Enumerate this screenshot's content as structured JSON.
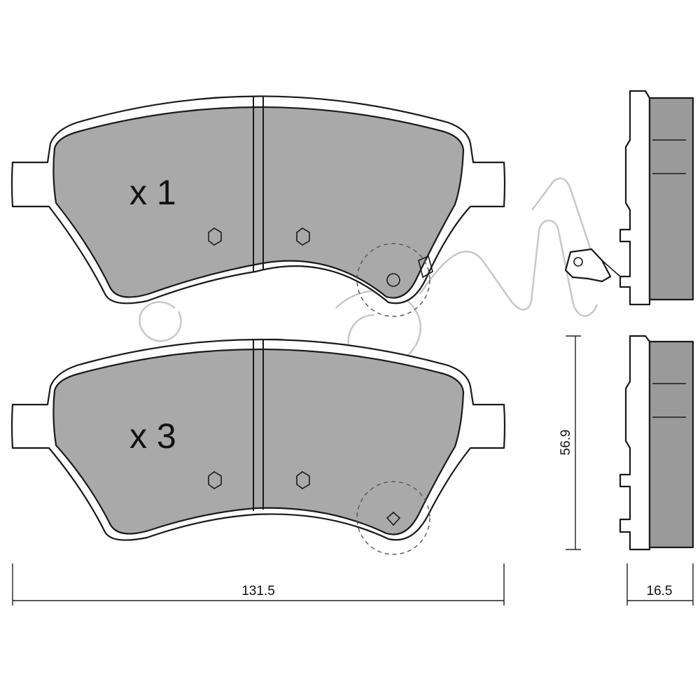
{
  "watermark": "cifam",
  "colors": {
    "pad": "#a9a9a9",
    "pad_side": "#9a9a9a",
    "line": "#1a1a1a"
  },
  "pads": [
    {
      "quantity_label": "x 1",
      "has_wear_sensor": true
    },
    {
      "quantity_label": "x 3",
      "has_wear_sensor": false
    }
  ],
  "dimensions": {
    "width": "131.5",
    "height": "56.9",
    "thickness": "16.5"
  }
}
